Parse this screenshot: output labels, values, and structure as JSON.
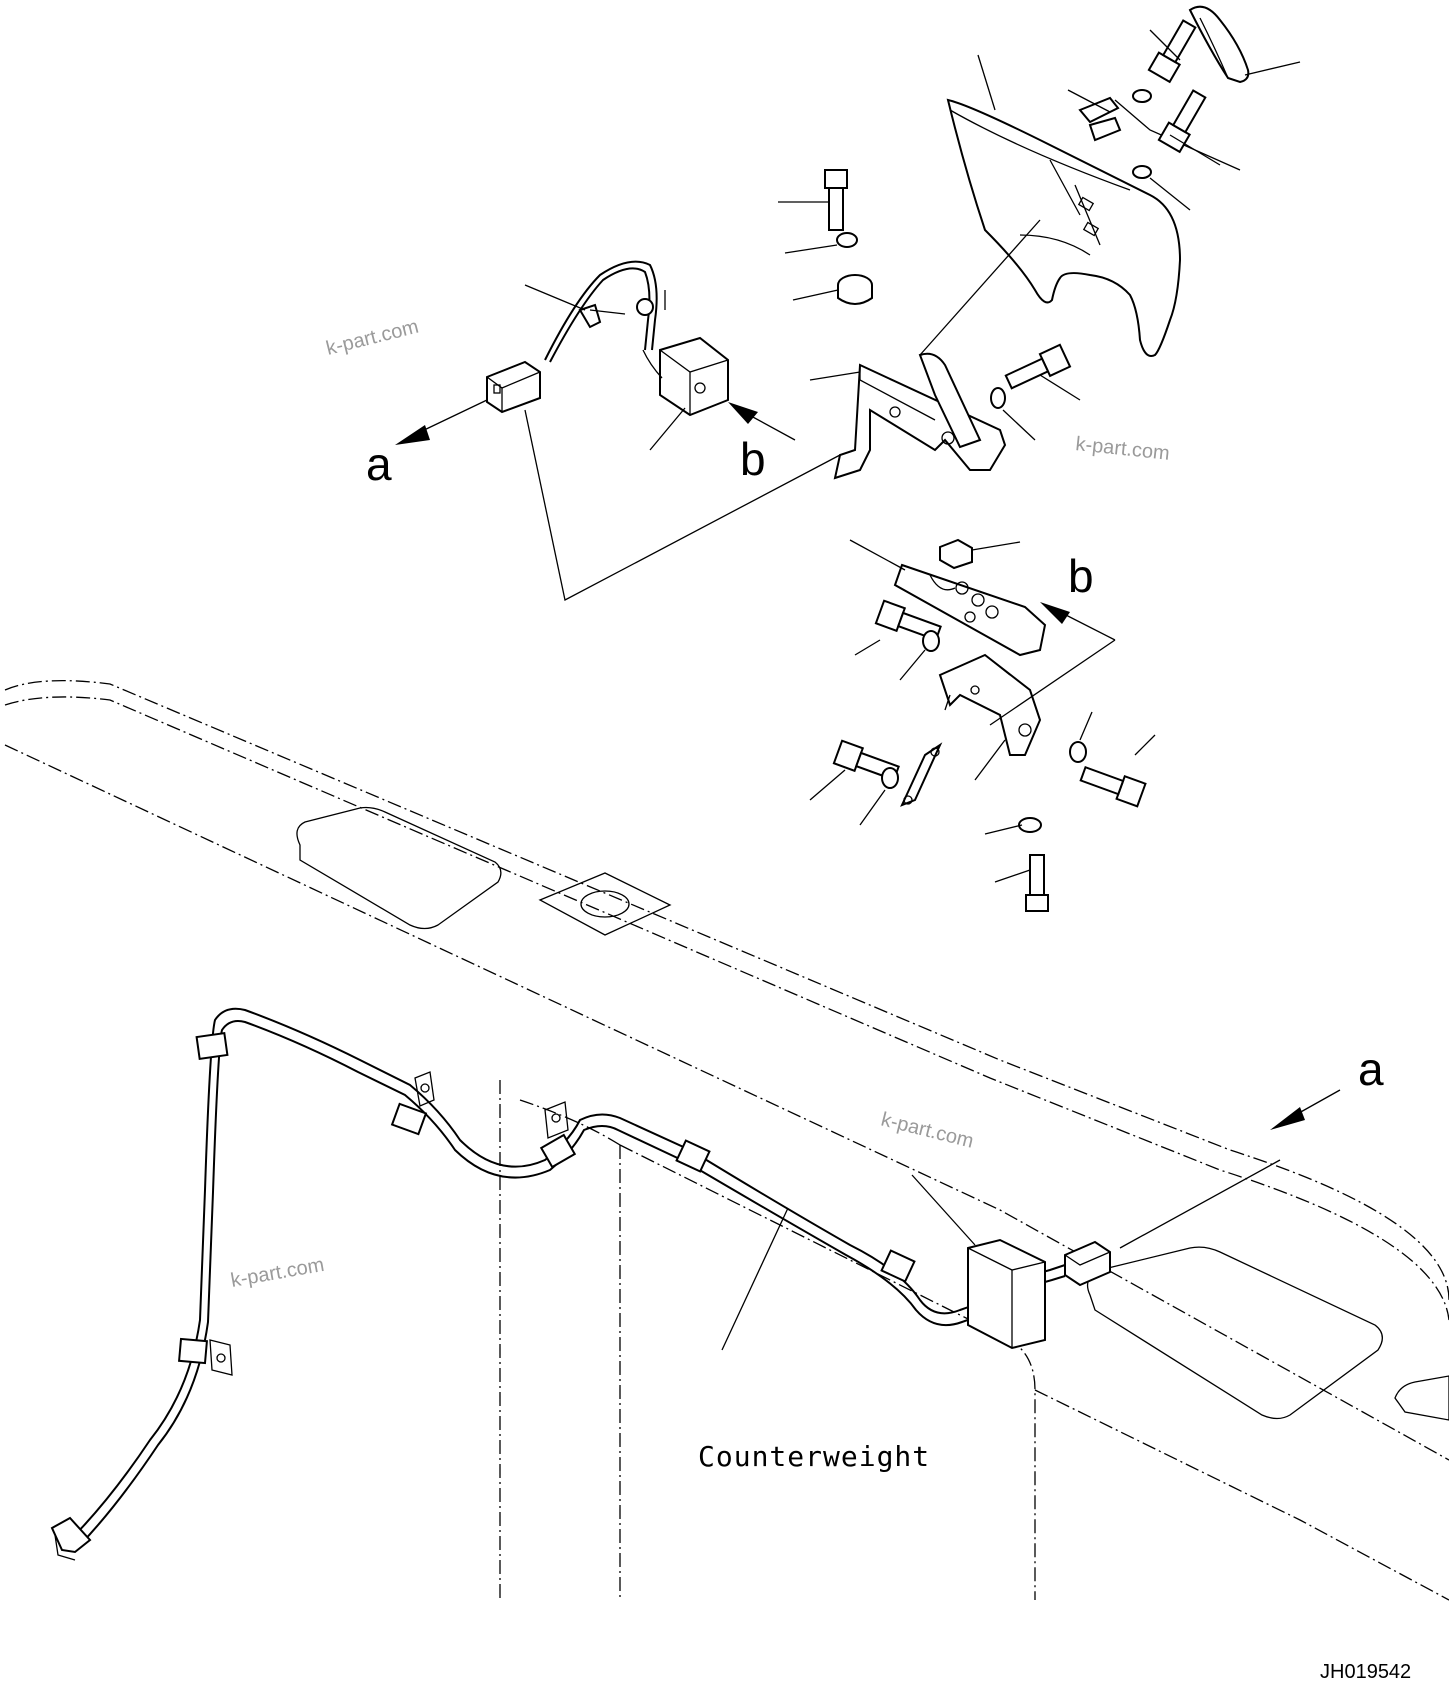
{
  "labels": {
    "counterweight": "Counterweight",
    "view_a_top": "a",
    "view_a_right": "a",
    "view_b_top": "b",
    "view_b_mid": "b",
    "drawing_code": "JH019542"
  },
  "watermarks": [
    "k-part.com",
    "k-part.com",
    "k-part.com",
    "k-part.com"
  ]
}
